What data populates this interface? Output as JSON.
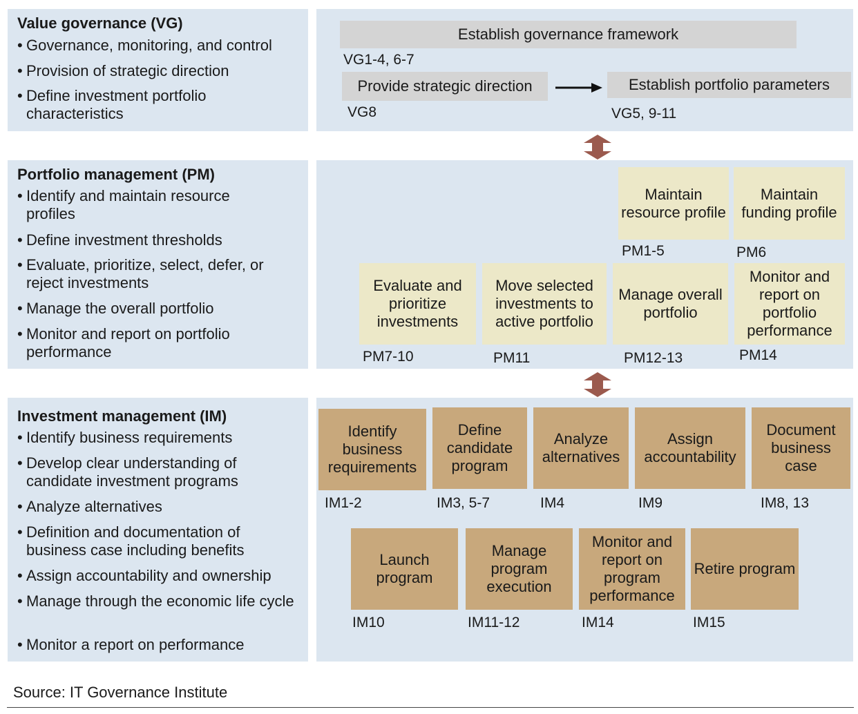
{
  "vg": {
    "title": "Value governance (VG)",
    "bullets": [
      "Governance, monitoring, and control",
      "Provision of strategic direction",
      "Define investment portfolio characteristics"
    ],
    "boxes": {
      "framework": {
        "label": "Establish governance framework",
        "code": "VG1-4, 6-7"
      },
      "direction": {
        "label": "Provide strategic direction",
        "code": "VG8"
      },
      "parameters": {
        "label": "Establish portfolio parameters",
        "code": "VG5, 9-11"
      }
    }
  },
  "pm": {
    "title": "Portfolio management (PM)",
    "bullets": [
      "Identify and maintain resource profiles",
      "Define investment thresholds",
      "Evaluate, prioritize, select, defer, or reject investments",
      "Manage the overall portfolio",
      "Monitor and report on portfolio performance"
    ],
    "boxes": [
      {
        "label": "Maintain resource profile",
        "code": "PM1-5"
      },
      {
        "label": "Maintain funding profile",
        "code": "PM6"
      },
      {
        "label": "Evaluate and prioritize investments",
        "code": "PM7-10"
      },
      {
        "label": "Move selected investments to active portfolio",
        "code": "PM11"
      },
      {
        "label": "Manage overall portfolio",
        "code": "PM12-13"
      },
      {
        "label": "Monitor and report on portfolio performance",
        "code": "PM14"
      }
    ]
  },
  "im": {
    "title": "Investment management (IM)",
    "bullets": [
      "Identify business requirements",
      "Develop clear understanding of candidate investment programs",
      "Analyze alternatives",
      "Definition and documentation of business case including benefits",
      "Assign accountability and ownership",
      "Manage through the economic life cycle",
      "Monitor a report on performance"
    ],
    "boxes": [
      {
        "label": "Identify business requirements",
        "code": "IM1-2"
      },
      {
        "label": "Define candidate program",
        "code": "IM3, 5-7"
      },
      {
        "label": "Analyze alternatives",
        "code": "IM4"
      },
      {
        "label": "Assign accountability",
        "code": "IM9"
      },
      {
        "label": "Document business case",
        "code": "IM8, 13"
      },
      {
        "label": "Launch program",
        "code": "IM10"
      },
      {
        "label": "Manage program execution",
        "code": "IM11-12"
      },
      {
        "label": "Monitor and report on program performance",
        "code": "IM14"
      },
      {
        "label": "Retire program",
        "code": "IM15"
      }
    ]
  },
  "source": "Source: IT Governance Institute",
  "colors": {
    "panel": "#dce6f0",
    "grey_box": "#d4d4d4",
    "pm_box": "#ece8c8",
    "im_box": "#c8a87c",
    "double_arrow": "#9b5a4e"
  }
}
